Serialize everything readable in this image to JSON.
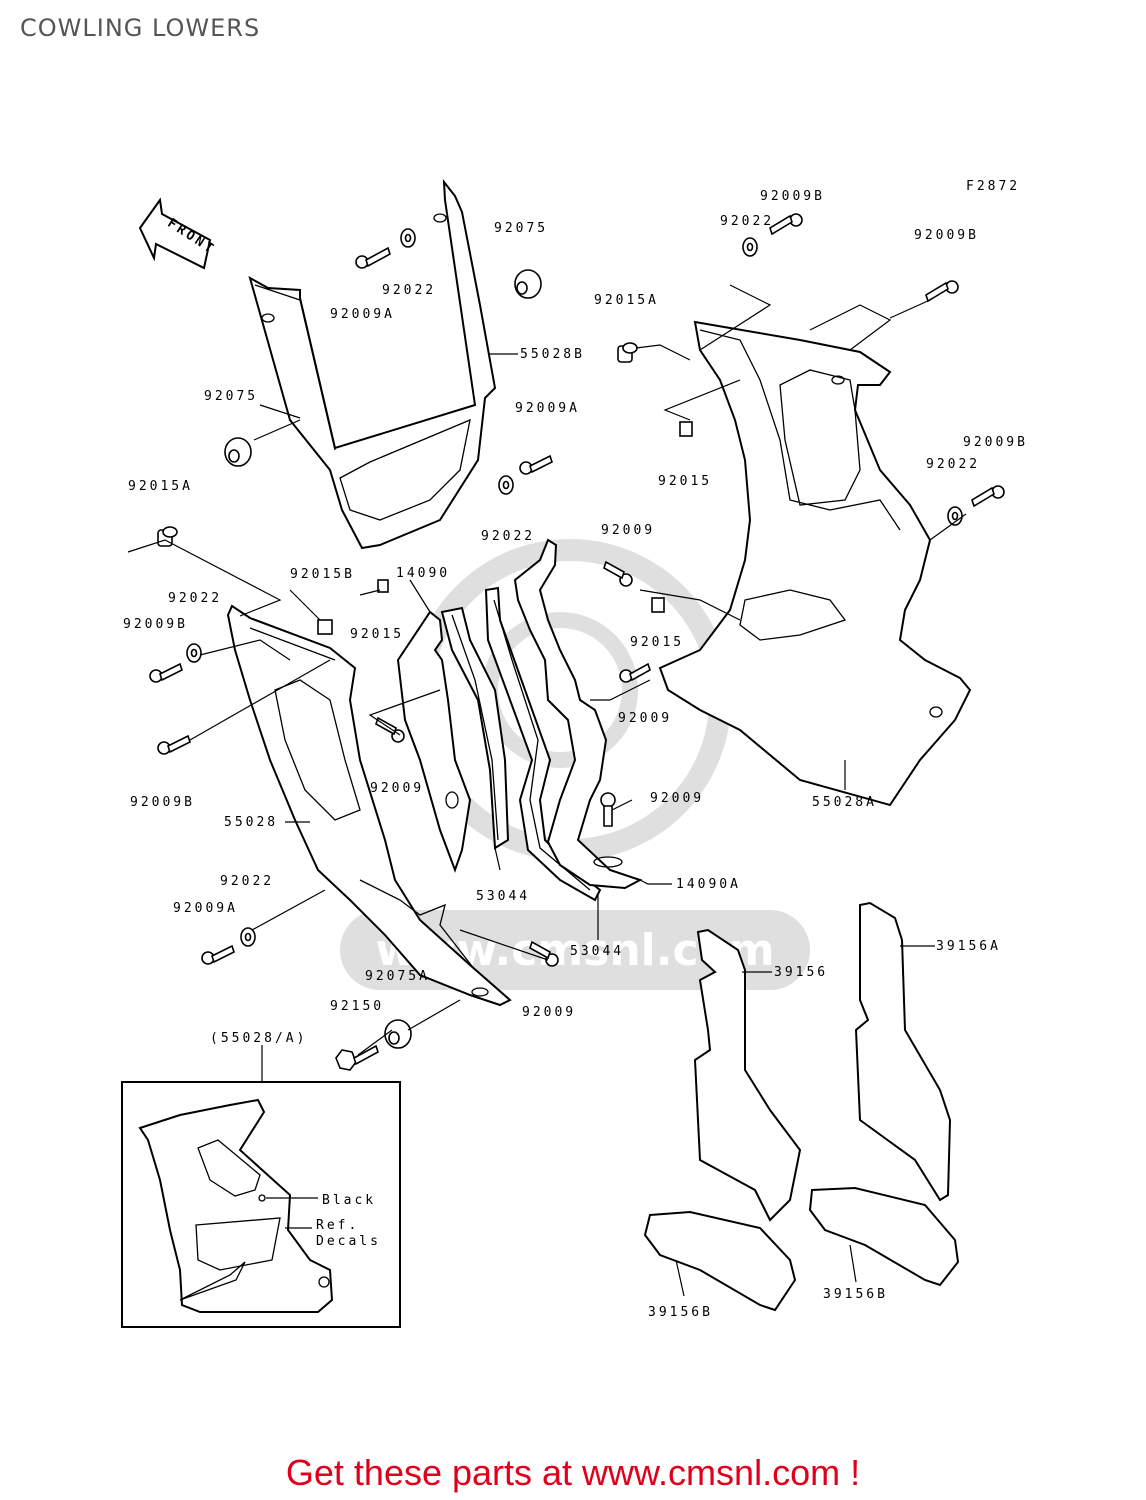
{
  "title": "COWLING LOWERS",
  "figure_code": "F2872",
  "front_arrow_text": "FRONT",
  "labels": [
    {
      "id": "l_92075_top",
      "text": "92075"
    },
    {
      "id": "l_92022_top",
      "text": "92022"
    },
    {
      "id": "l_92009A_top",
      "text": "92009A"
    },
    {
      "id": "l_55028B",
      "text": "55028B"
    },
    {
      "id": "l_92075_left",
      "text": "92075"
    },
    {
      "id": "l_92009A_mid",
      "text": "92009A"
    },
    {
      "id": "l_92022_mid",
      "text": "92022"
    },
    {
      "id": "l_92015A_left",
      "text": "92015A"
    },
    {
      "id": "l_92015B",
      "text": "92015B"
    },
    {
      "id": "l_14090",
      "text": "14090"
    },
    {
      "id": "l_92015_left",
      "text": "92015"
    },
    {
      "id": "l_92022_left",
      "text": "92022"
    },
    {
      "id": "l_92009B_left",
      "text": "92009B"
    },
    {
      "id": "l_92009B_left2",
      "text": "92009B"
    },
    {
      "id": "l_55028",
      "text": "55028"
    },
    {
      "id": "l_92009_mid",
      "text": "92009"
    },
    {
      "id": "l_92022_low",
      "text": "92022"
    },
    {
      "id": "l_92009A_low",
      "text": "92009A"
    },
    {
      "id": "l_53044_a",
      "text": "53044"
    },
    {
      "id": "l_53044_b",
      "text": "53044"
    },
    {
      "id": "l_92009_c",
      "text": "92009"
    },
    {
      "id": "l_92009_d",
      "text": "92009"
    },
    {
      "id": "l_14090A",
      "text": "14090A"
    },
    {
      "id": "l_92009_e",
      "text": "92009"
    },
    {
      "id": "l_92015_right",
      "text": "92015"
    },
    {
      "id": "l_92009_f",
      "text": "92009"
    },
    {
      "id": "l_92075A",
      "text": "92075A"
    },
    {
      "id": "l_92150",
      "text": "92150"
    },
    {
      "id": "l_55028A_ref",
      "text": "(55028/A)"
    },
    {
      "id": "l_92009B_r1",
      "text": "92009B"
    },
    {
      "id": "l_92022_r1",
      "text": "92022"
    },
    {
      "id": "l_92009B_r2",
      "text": "92009B"
    },
    {
      "id": "l_92015A_r",
      "text": "92015A"
    },
    {
      "id": "l_92015_r",
      "text": "92015"
    },
    {
      "id": "l_92009B_r3",
      "text": "92009B"
    },
    {
      "id": "l_92022_r2",
      "text": "92022"
    },
    {
      "id": "l_55028A",
      "text": "55028A"
    },
    {
      "id": "l_39156A",
      "text": "39156A"
    },
    {
      "id": "l_39156",
      "text": "39156"
    },
    {
      "id": "l_39156B_a",
      "text": "39156B"
    },
    {
      "id": "l_39156B_b",
      "text": "39156B"
    }
  ],
  "inset": {
    "black_label": "Black",
    "decals_label_1": "Ref.",
    "decals_label_2": "Decals"
  },
  "watermark": "www.cmsnl.com",
  "footer": "Get these parts at www.cmsnl.com !",
  "colors": {
    "footer": "#e0001b",
    "title": "#555555",
    "line": "#000000"
  }
}
